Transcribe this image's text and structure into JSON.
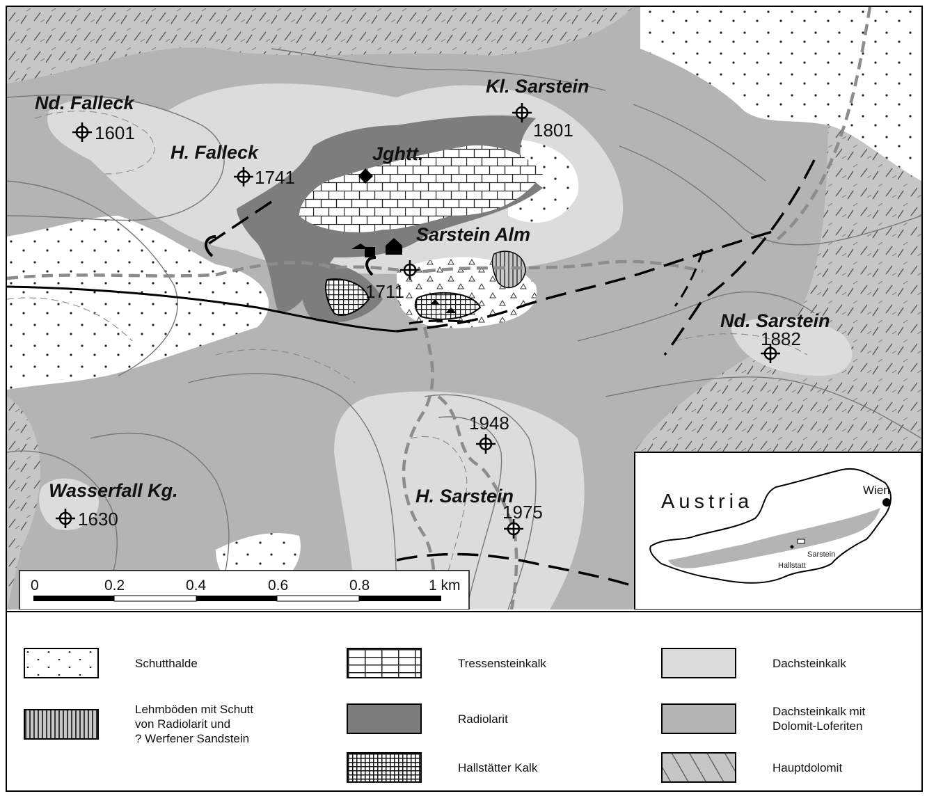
{
  "map": {
    "peaks": [
      {
        "name": "Nd. Falleck",
        "elevation": "1601"
      },
      {
        "name": "H. Falleck",
        "elevation": "1741"
      },
      {
        "name": "Kl. Sarstein",
        "elevation": "1801"
      },
      {
        "name": "Jghtt.",
        "elevation": ""
      },
      {
        "name": "Sarstein Alm",
        "elevation": "1711"
      },
      {
        "name": "Nd. Sarstein",
        "elevation": "1882"
      },
      {
        "name": "",
        "elevation": "1948"
      },
      {
        "name": "Wasserfall Kg.",
        "elevation": "1630"
      },
      {
        "name": "H. Sarstein",
        "elevation": "1975"
      }
    ],
    "scale_bar": {
      "ticks": [
        "0",
        "0.2",
        "0.4",
        "0.6",
        "0.8"
      ],
      "end_label": "1 km"
    },
    "inset": {
      "country": "Austria",
      "capital": "Wien",
      "study_site": "Sarstein",
      "town": "Hallstatt"
    }
  },
  "legend": {
    "items": [
      {
        "label": "Schutthalde",
        "pattern": "dots"
      },
      {
        "label": "Lehmböden mit Schutt\nvon Radiolarit und\n? Werfener Sandstein",
        "pattern": "vertical-lines"
      },
      {
        "label": "Tressensteinkalk",
        "pattern": "brick"
      },
      {
        "label": "Radiolarit",
        "pattern": "dark-gray"
      },
      {
        "label": "Hallstätter Kalk",
        "pattern": "grid"
      },
      {
        "label": "Dachsteinkalk",
        "pattern": "light-gray"
      },
      {
        "label": "Dachsteinkalk mit\nDolomit-Loferiten",
        "pattern": "medium-gray"
      },
      {
        "label": "Hauptdolomit",
        "pattern": "dashes"
      }
    ]
  },
  "colors": {
    "dachsteinkalk": "#dcdcdc",
    "dolomit_loferiten": "#b4b4b4",
    "radiolarit": "#7d7d7d",
    "hauptdolomit": "#c6c6c6",
    "schutthalde": "#ffffff"
  }
}
